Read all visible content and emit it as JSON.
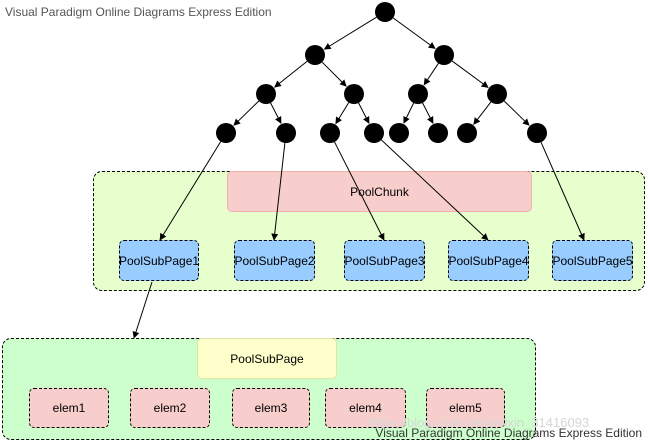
{
  "watermarks": {
    "top": "Visual Paradigm Online Diagrams Express Edition",
    "bottom": "Visual Paradigm Online Diagrams Express Edition",
    "faint": "https://blog.csdn.net/weixin_31416093"
  },
  "pool_chunk": {
    "title": "PoolChunk",
    "pages": [
      "PoolSubPage1",
      "PoolSubPage2",
      "PoolSubPage3",
      "PoolSubPage4",
      "PoolSubPage5"
    ]
  },
  "pool_subpage": {
    "title": "PoolSubPage",
    "elements": [
      "elem1",
      "elem2",
      "elem3",
      "elem4",
      "elem5"
    ]
  },
  "colors": {
    "chunk_panel": "#e6ffcc",
    "subpage_panel": "#ccffcc",
    "title_box": "#f8cecc",
    "page_box": "#99ccff",
    "subpage_title_box": "#ffffcc",
    "elem_box": "#f8cecc",
    "node": "#000000"
  }
}
